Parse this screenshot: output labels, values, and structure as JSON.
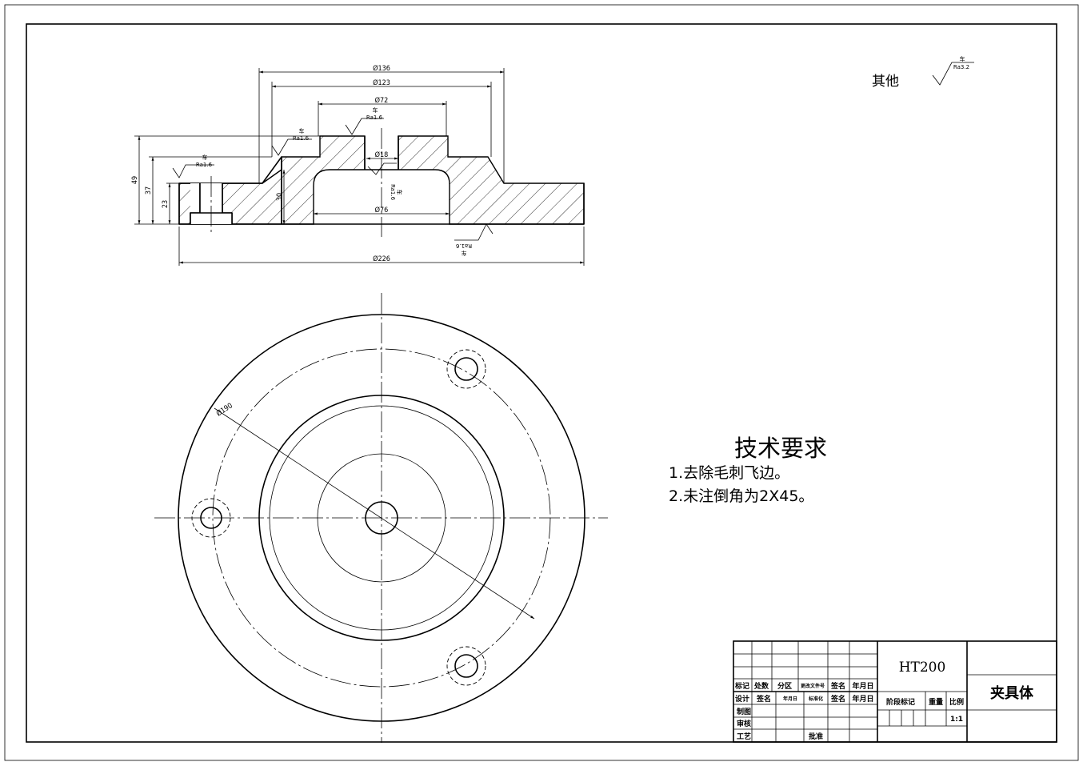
{
  "dimensions": {
    "d136": "Ø136",
    "d123": "Ø123",
    "d72": "Ø72",
    "d18": "Ø18",
    "d76": "Ø76",
    "d226": "Ø226",
    "d190": "Ø190",
    "h49": "49",
    "h37": "37",
    "h23": "23",
    "h30": "30"
  },
  "surface_finish": {
    "method": "车",
    "ra16": "Ra1.6",
    "ra32": "Ra3.2"
  },
  "other_label": "其他",
  "technical_requirements": {
    "title": "技术要求",
    "items": [
      "1.去除毛刺飞边。",
      "2.未注倒角为2X45。"
    ]
  },
  "title_block": {
    "material": "HT200",
    "part_name": "夹具体",
    "scale": "1:1",
    "headers": {
      "mark": "标记",
      "count": "处数",
      "zone": "分区",
      "change_doc": "更改文件号",
      "signature": "签名",
      "date": "年月日",
      "design": "设计",
      "sign": "签名",
      "standardize": "标准化",
      "drawing": "制图",
      "review": "审核",
      "process": "工艺",
      "approve": "批准",
      "stage_mark": "阶段标记",
      "weight": "重量",
      "ratio": "比例"
    }
  }
}
